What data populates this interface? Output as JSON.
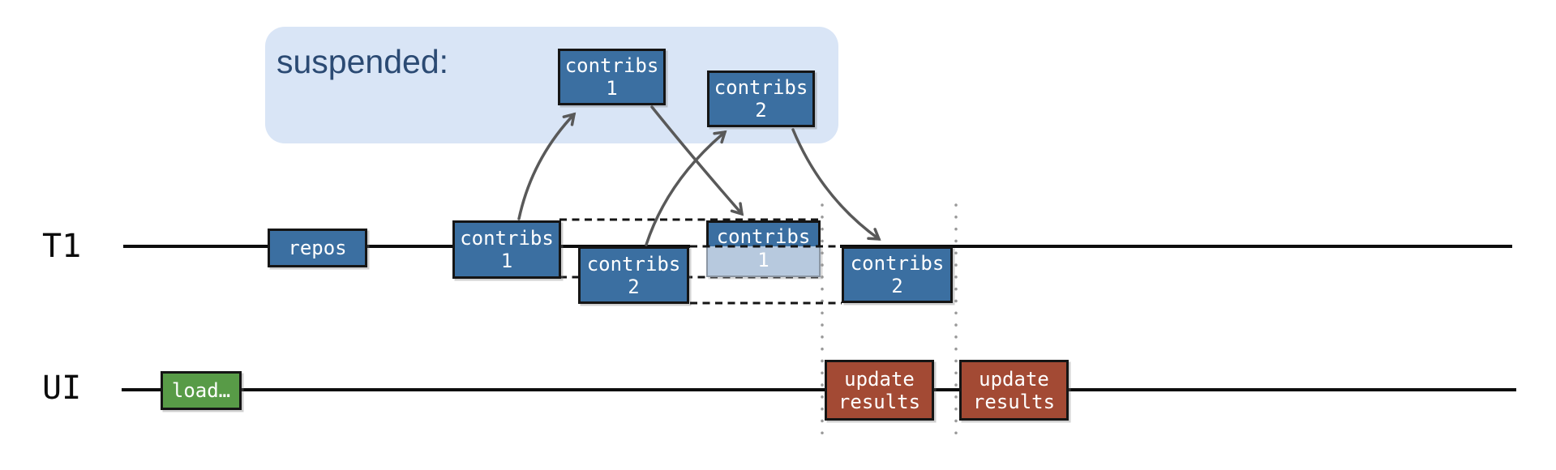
{
  "colors": {
    "blue": "#3b6fa1",
    "faded_blue": "#b7c9de",
    "green": "#589b47",
    "red": "#a34a34",
    "panel": "#d9e5f6",
    "panel_text": "#2b4a73",
    "arrow": "#595959",
    "line": "#0d0d0d",
    "dash": "#141414",
    "dotted": "#999999",
    "lane_label": "#0b0b0b",
    "box_text": "#ffffff"
  },
  "suspended": {
    "label": "suspended:",
    "boxes": [
      {
        "line1": "contribs",
        "line2": "1"
      },
      {
        "line1": "contribs",
        "line2": "2"
      }
    ]
  },
  "lanes": {
    "t1": {
      "label": "T1",
      "boxes": {
        "repos": {
          "line1": "repos"
        },
        "contribs1": {
          "line1": "contribs",
          "line2": "1"
        },
        "contribs2_first": {
          "line1": "contribs",
          "line2": "2"
        },
        "contribs1_faded": {
          "line1": "contribs",
          "line2": "1"
        },
        "contribs2_second": {
          "line1": "contribs",
          "line2": "2"
        }
      }
    },
    "ui": {
      "label": "UI",
      "boxes": {
        "load": {
          "line1": "load…"
        },
        "update_results_1": {
          "line1": "update",
          "line2": "results"
        },
        "update_results_2": {
          "line1": "update",
          "line2": "results"
        }
      }
    }
  }
}
